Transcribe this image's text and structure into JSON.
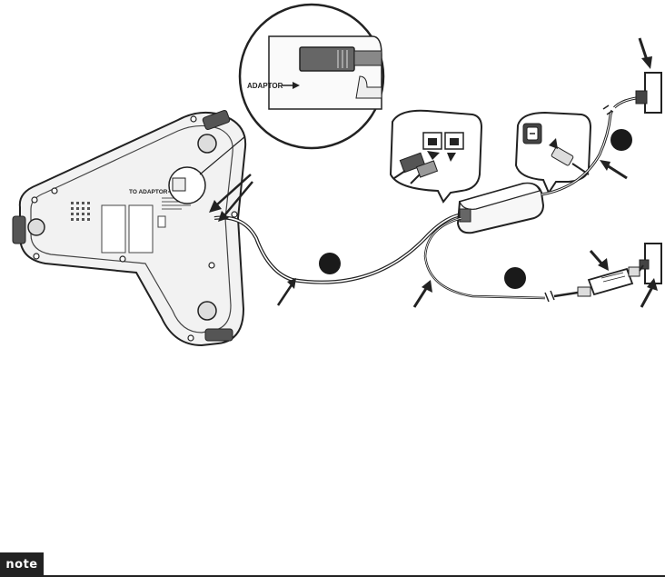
{
  "diagram": {
    "labels": {
      "adaptor": "ADAPTOR",
      "to_adaptor": "TO ADAPTOR"
    },
    "steps": [
      "",
      "",
      ""
    ]
  },
  "note": {
    "label": "note"
  },
  "colors": {
    "ink": "#222222",
    "base_fill": "#f2f2f2",
    "panel_fill": "#f7f7f7",
    "step_badge": "#1a1a1a",
    "background": "#ffffff"
  }
}
